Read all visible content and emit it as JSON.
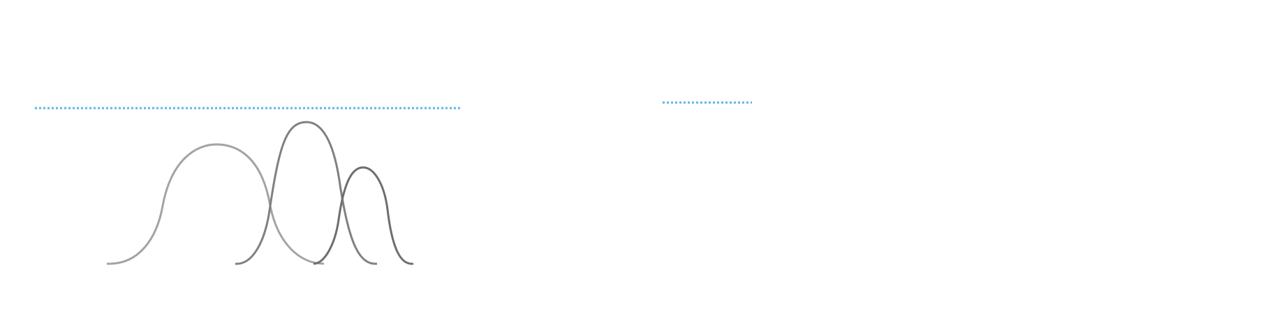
{
  "diagram": {
    "colors": {
      "background": "#ffffff",
      "dotted_line": "#5bb6e8",
      "curve_light": "#a3a3a3",
      "curve_mid": "#808080",
      "curve_dark": "#6e6e6e"
    },
    "curves": [
      {
        "name": "wide-bell-curve",
        "color_key": "curve_light"
      },
      {
        "name": "tall-bell-curve",
        "color_key": "curve_mid"
      },
      {
        "name": "small-bell-curve",
        "color_key": "curve_dark"
      }
    ]
  }
}
